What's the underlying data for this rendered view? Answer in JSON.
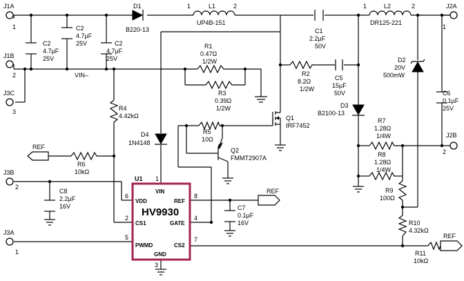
{
  "terminals": {
    "j1a": {
      "name": "J1A",
      "pin": "1"
    },
    "j1b": {
      "name": "J1B",
      "pin": "2"
    },
    "j3c": {
      "name": "J3C",
      "pin": "3"
    },
    "j2a": {
      "name": "J2A",
      "pin": "1"
    },
    "j2b": {
      "name": "J2B",
      "pin": "2"
    },
    "j3b": {
      "name": "J3B",
      "pin": "2"
    },
    "j3a": {
      "name": "J3A",
      "pin": "1"
    }
  },
  "net_labels": {
    "vin_minus": "VIN–"
  },
  "flags": {
    "ref_u1": "REF",
    "ref_r6": "REF",
    "ref_r11": "REF"
  },
  "components": {
    "d1": {
      "ref": "D1",
      "value": "B220-13"
    },
    "l1": {
      "ref": "L1",
      "value": "UP4B-151",
      "pin1": "1",
      "pin2": "2"
    },
    "c1": {
      "ref": "C1",
      "value": "2.2µF",
      "rating": "50V"
    },
    "l2": {
      "ref": "L2",
      "value": "DR125-221",
      "pin1": "1",
      "pin2": "2"
    },
    "c2a": {
      "ref": "C2",
      "value": "4.7µF",
      "rating": "25V"
    },
    "c2b": {
      "ref": "C2",
      "value": "4.7µF",
      "rating": "25V"
    },
    "c2c": {
      "ref": "C2",
      "value": "4.7µF",
      "rating": "25V"
    },
    "r1": {
      "ref": "R1",
      "value": "0.47Ω",
      "rating": "1/2W"
    },
    "r3": {
      "ref": "R3",
      "value": "0.39Ω",
      "rating": "1/2W"
    },
    "r2": {
      "ref": "R2",
      "value": "8.2Ω",
      "rating": "1/2W"
    },
    "c5": {
      "ref": "C5",
      "value": "15µF",
      "rating": "50V"
    },
    "d2": {
      "ref": "D2",
      "value": "20V",
      "rating": "500mW"
    },
    "c6": {
      "ref": "C6",
      "value": "0.1µF",
      "rating": "25V"
    },
    "d3": {
      "ref": "D3",
      "value": "B2100-13"
    },
    "q1": {
      "ref": "Q1",
      "value": "IRF7452"
    },
    "r4": {
      "ref": "R4",
      "value": "4.42kΩ"
    },
    "d4": {
      "ref": "D4",
      "value": "1N4148"
    },
    "r5": {
      "ref": "R5",
      "value": "10Ω"
    },
    "q2": {
      "ref": "Q2",
      "value": "FMMT2907A"
    },
    "r6": {
      "ref": "R6",
      "value": "10kΩ"
    },
    "r7": {
      "ref": "R7",
      "value": "1.28Ω",
      "rating": "1/4W"
    },
    "r8": {
      "ref": "R8",
      "value": "1.28Ω",
      "rating": "1/4W"
    },
    "r9": {
      "ref": "R9",
      "value": "100Ω"
    },
    "c8": {
      "ref": "C8",
      "value": "2.2µF",
      "rating": "16V"
    },
    "c7": {
      "ref": "C7",
      "value": "0.1µF",
      "rating": "16V"
    },
    "r10": {
      "ref": "R10",
      "value": "4.32kΩ"
    },
    "r11": {
      "ref": "R11",
      "value": "10kΩ"
    }
  },
  "ic": {
    "ref": "U1",
    "name": "HV9930",
    "pins": {
      "vin": {
        "label": "VIN",
        "num": "1"
      },
      "vdd": {
        "label": "VDD",
        "num": "6"
      },
      "ref": {
        "label": "REF",
        "num": "8"
      },
      "cs1": {
        "label": "CS1",
        "num": "2"
      },
      "gate": {
        "label": "GATE",
        "num": "4"
      },
      "pwmd": {
        "label": "PWMD",
        "num": "5"
      },
      "cs2": {
        "label": "CS2",
        "num": "7"
      },
      "gnd": {
        "label": "GND",
        "num": "3"
      }
    }
  },
  "colors": {
    "ic_outline": "#a2244a",
    "wire": "#000000"
  }
}
